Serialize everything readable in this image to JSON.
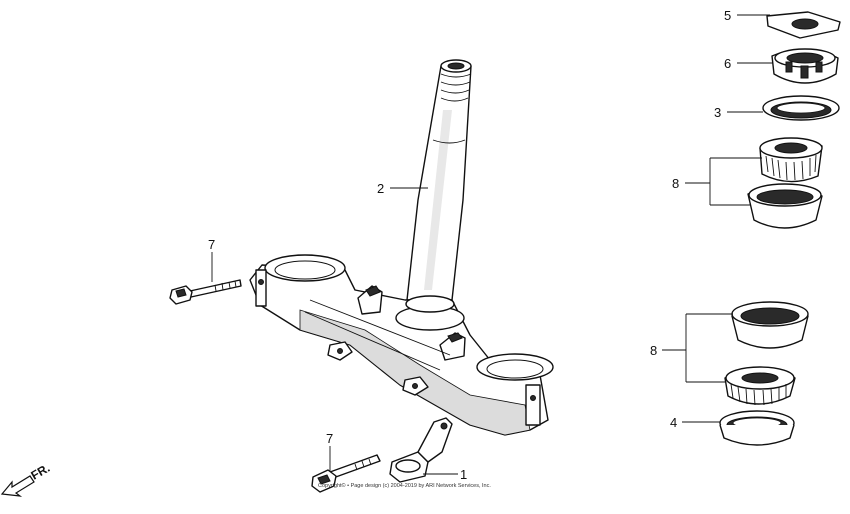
{
  "diagram": {
    "callouts": [
      {
        "key": "c5",
        "label": "5"
      },
      {
        "key": "c6",
        "label": "6"
      },
      {
        "key": "c3",
        "label": "3"
      },
      {
        "key": "c8a",
        "label": "8"
      },
      {
        "key": "c2",
        "label": "2"
      },
      {
        "key": "c7a",
        "label": "7"
      },
      {
        "key": "c8b",
        "label": "8"
      },
      {
        "key": "c4",
        "label": "4"
      },
      {
        "key": "c7b",
        "label": "7"
      },
      {
        "key": "c1",
        "label": "1"
      }
    ],
    "direction_label": "FR.",
    "copyright": "Copyright© • Page design (c) 2004-2019 by ARI Network Services, Inc."
  }
}
